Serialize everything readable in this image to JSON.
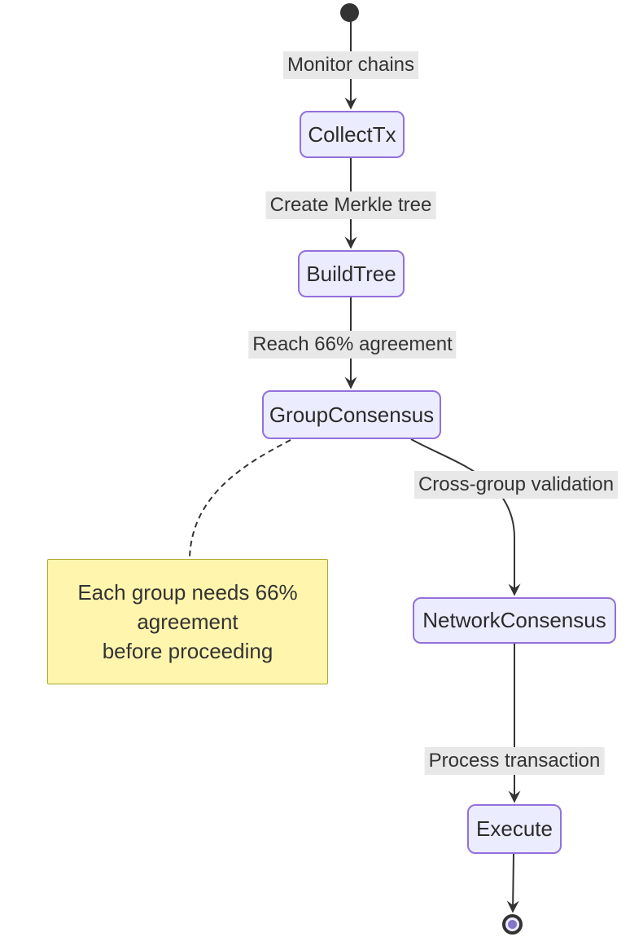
{
  "diagram": {
    "type": "state-diagram",
    "topic": "cross-chain transaction consensus flow",
    "colors": {
      "state_fill": "#ECECFF",
      "state_border": "#9370DB",
      "note_fill": "#FFF5AD",
      "note_border": "#AAAA33",
      "edge_label_bg": "#E8E8E8",
      "line": "#333333",
      "text": "#2B2B2B",
      "end_inner": "#8475C8",
      "background": "#FFFFFF"
    },
    "nodes": [
      {
        "id": "start",
        "type": "start-state",
        "label": ""
      },
      {
        "id": "CollectTx",
        "type": "state",
        "label": "CollectTx"
      },
      {
        "id": "BuildTree",
        "type": "state",
        "label": "BuildTree"
      },
      {
        "id": "GroupConsensus",
        "type": "state",
        "label": "GroupConsensus"
      },
      {
        "id": "NetworkConsensus",
        "type": "state",
        "label": "NetworkConsensus"
      },
      {
        "id": "Execute",
        "type": "state",
        "label": "Execute"
      },
      {
        "id": "end",
        "type": "end-state",
        "label": ""
      }
    ],
    "edges": [
      {
        "from": "start",
        "to": "CollectTx",
        "label": "Monitor chains",
        "style": "solid-arrow"
      },
      {
        "from": "CollectTx",
        "to": "BuildTree",
        "label": "Create Merkle tree",
        "style": "solid-arrow"
      },
      {
        "from": "BuildTree",
        "to": "GroupConsensus",
        "label": "Reach 66% agreement",
        "style": "solid-arrow"
      },
      {
        "from": "GroupConsensus",
        "to": "NetworkConsensus",
        "label": "Cross-group validation",
        "style": "solid-arrow"
      },
      {
        "from": "NetworkConsensus",
        "to": "Execute",
        "label": "Process transaction",
        "style": "solid-arrow"
      },
      {
        "from": "Execute",
        "to": "end",
        "label": "",
        "style": "solid-arrow"
      }
    ],
    "note": {
      "attached_to": "GroupConsensus",
      "link_style": "dashed",
      "lines": [
        "Each group needs 66%",
        "agreement",
        "before proceeding"
      ]
    }
  }
}
